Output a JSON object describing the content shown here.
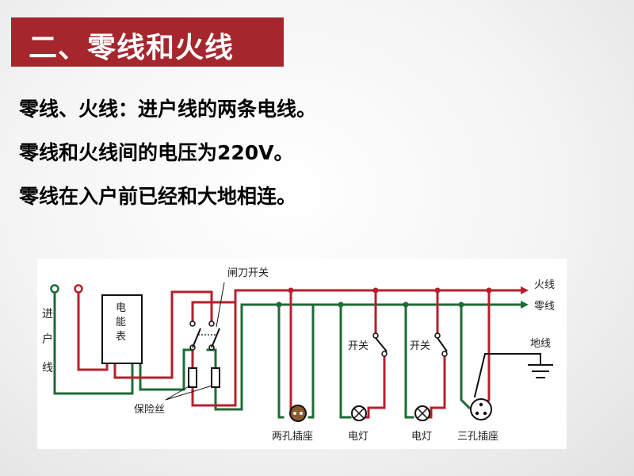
{
  "slide": {
    "title": "二、零线和火线",
    "lines": [
      "零线、火线：进户线的两条电线。",
      "零线和火线间的电压为220V。",
      "零线在入户前已经和大地相连。"
    ]
  },
  "diagram": {
    "labels": {
      "incoming": [
        "进",
        "户",
        "线"
      ],
      "meter": [
        "电",
        "能",
        "表"
      ],
      "knife_switch": "闸刀开关",
      "live_wire": "火线",
      "neutral_wire": "零线",
      "ground_wire": "地线",
      "fuse": "保险丝",
      "two_hole_socket": "两孔插座",
      "lamp1": "电灯",
      "lamp2": "电灯",
      "switch1": "开关",
      "switch2": "开关",
      "three_hole_socket": "三孔插座"
    },
    "colors": {
      "live": "#b5202c",
      "neutral": "#1f6b35",
      "ground": "#111111"
    }
  }
}
